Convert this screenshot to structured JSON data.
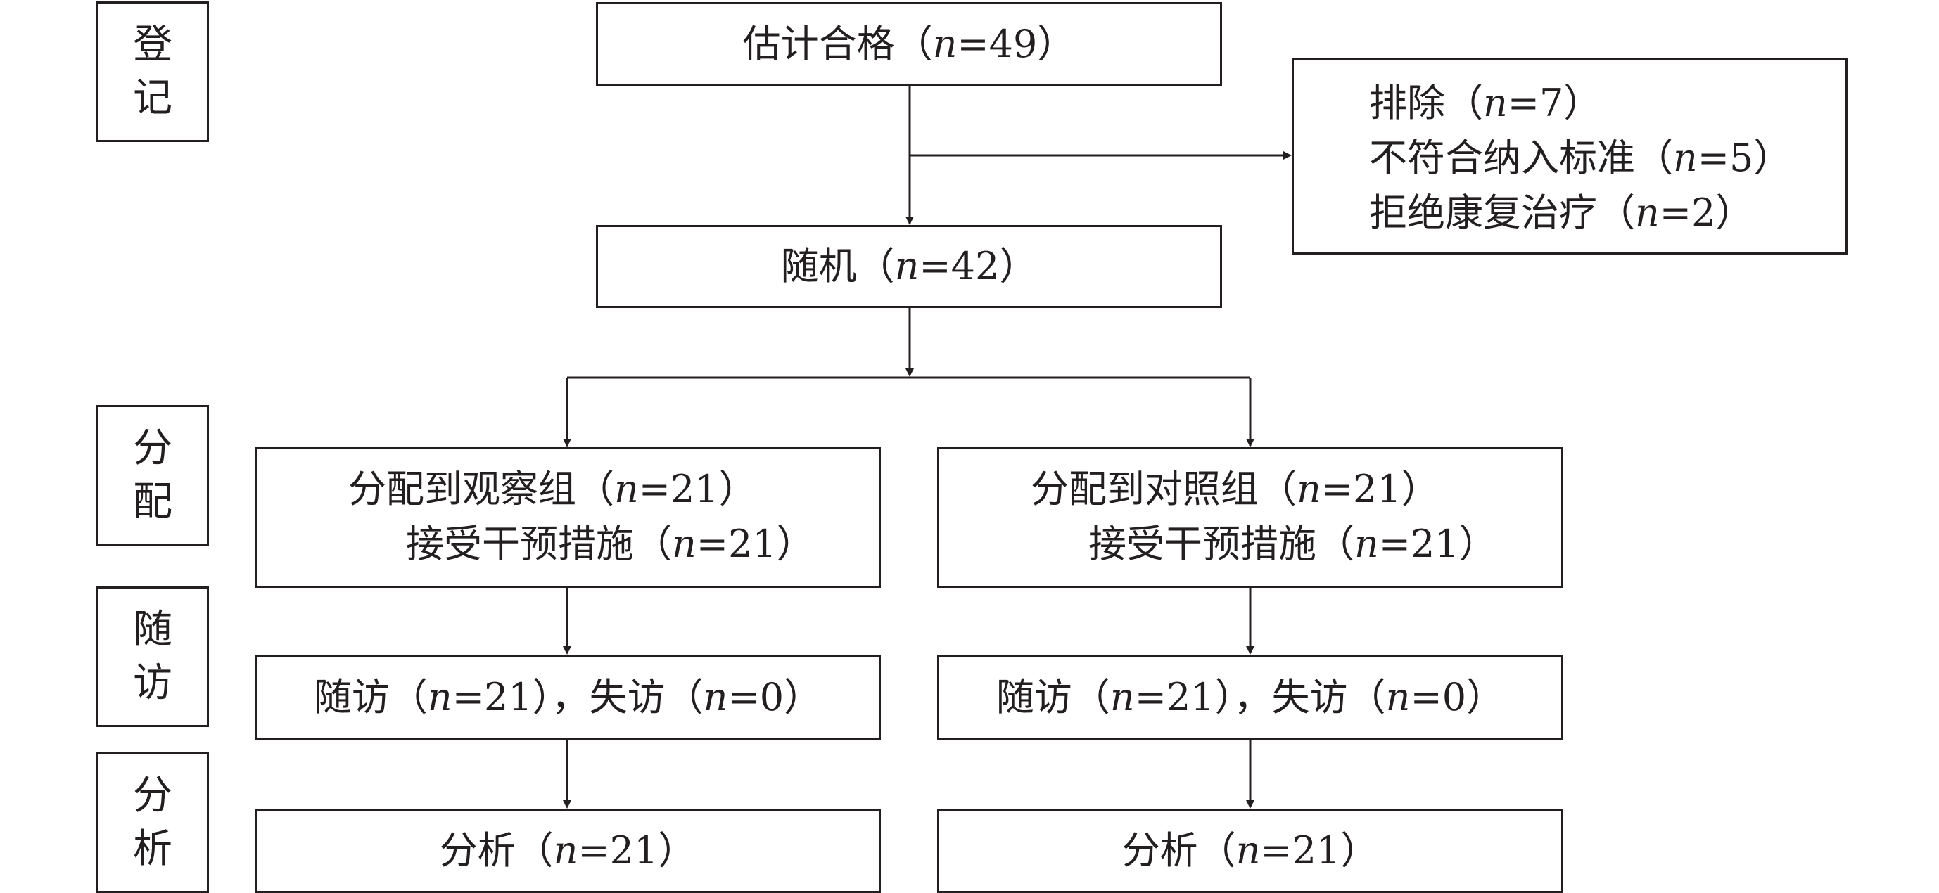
{
  "stages": {
    "enroll": [
      "登",
      "记"
    ],
    "allocation": [
      "分",
      "配"
    ],
    "followup": [
      "随",
      "访"
    ],
    "analysis": [
      "分",
      "析"
    ]
  },
  "n_symbol": "n",
  "boxes": {
    "eligibility": {
      "pre": "估计合格（",
      "val": "=49",
      "post": "）"
    },
    "excluded": {
      "line1": {
        "pre": "排除（",
        "val": "=7",
        "post": "）"
      },
      "line2": {
        "pre": "不符合纳入标准（",
        "val": "=5",
        "post": "）"
      },
      "line3": {
        "pre": "拒绝康复治疗（",
        "val": "=2",
        "post": "）"
      }
    },
    "randomized": {
      "pre": "随机（",
      "val": "=42",
      "post": "）"
    },
    "alloc_obs": {
      "line1": {
        "pre": "分配到观察组（",
        "val": "=21",
        "post": "）"
      },
      "line2": {
        "pre": "接受干预措施（",
        "val": "=21",
        "post": "）"
      }
    },
    "alloc_ctrl": {
      "line1": {
        "pre": "分配到对照组（",
        "val": "=21",
        "post": "）"
      },
      "line2": {
        "pre": "接受干预措施（",
        "val": "=21",
        "post": "）"
      }
    },
    "followup_obs": {
      "pre1": "随访（",
      "val1": "=21",
      "mid": "），失访（",
      "val2": "=0",
      "post": "）"
    },
    "followup_ctrl": {
      "pre1": "随访（",
      "val1": "=21",
      "mid": "），失访（",
      "val2": "=0",
      "post": "）"
    },
    "analysis_obs": {
      "pre": "分析（",
      "val": "=21",
      "post": "）"
    },
    "analysis_ctrl": {
      "pre": "分析（",
      "val": "=21",
      "post": "）"
    }
  }
}
